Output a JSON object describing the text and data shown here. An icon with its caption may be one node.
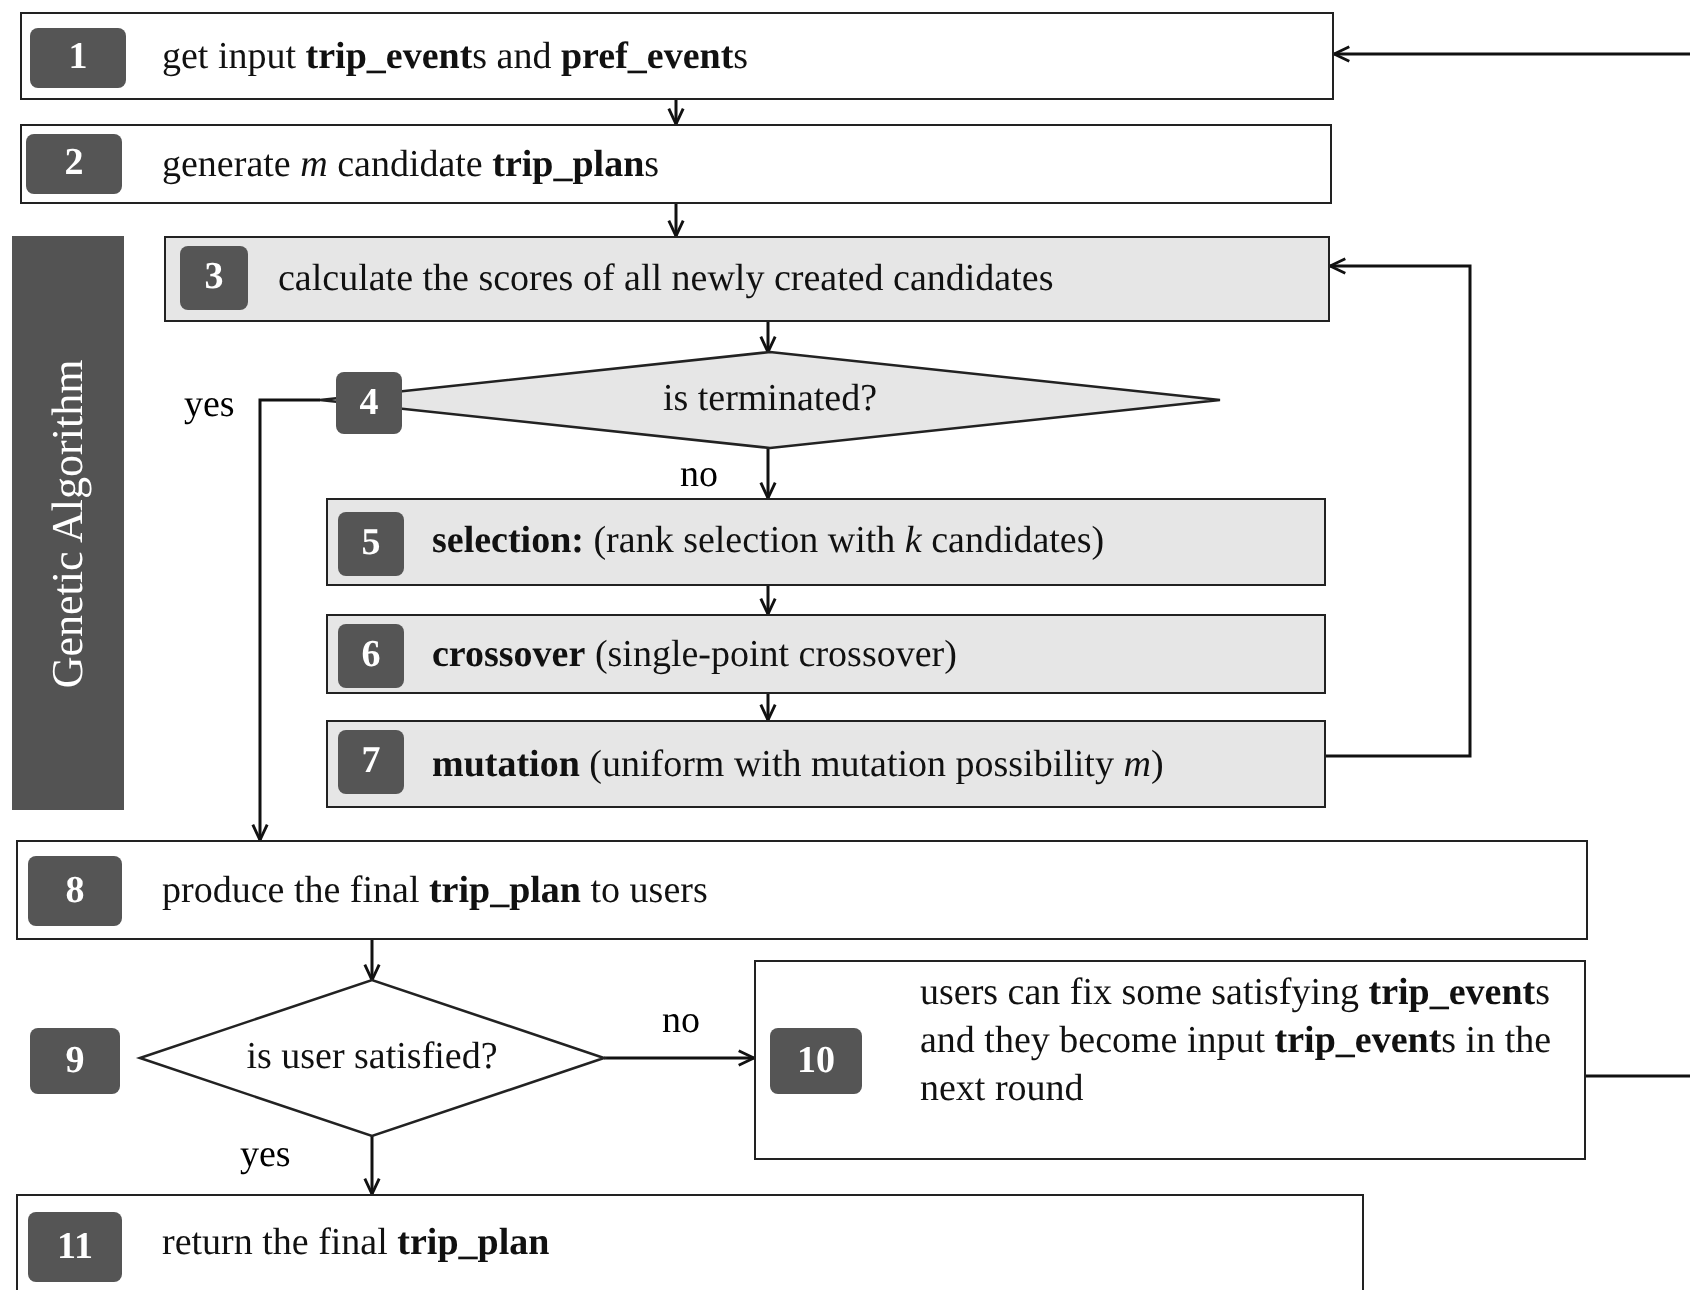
{
  "diagram": {
    "nodes": [
      {
        "text": [
          "1",
          "get input **trip_event**s and **pref_event**s"
        ]
      },
      {
        "text": [
          "2",
          "generate *m* candidate **trip_plan**s"
        ]
      },
      {
        "text": [
          "Genetic Algorithm"
        ]
      },
      {
        "text": [
          "3",
          "calculate the scores of all newly created candidates"
        ]
      },
      {
        "text": [
          "4",
          "is terminated?"
        ]
      },
      {
        "text": [
          "5",
          "**selection:** (rank selection with *k* candidates)"
        ]
      },
      {
        "text": [
          "6",
          "**crossover** (single-point crossover)"
        ]
      },
      {
        "text": [
          "7",
          "**mutation** (uniform with mutation possibility *m*)"
        ]
      },
      {
        "text": [
          "8",
          "produce the final **trip_plan** to users"
        ]
      },
      {
        "text": [
          "9",
          "is user satisfied?"
        ]
      },
      {
        "text": [
          "10",
          "users can fix some satisfying **trip_event**s and they become input **trip_event**s in the next round"
        ]
      },
      {
        "text": [
          "11",
          "return the final **trip_plan**"
        ]
      }
    ],
    "edges": [
      {
        "from": 0,
        "to": 1,
        "arrow": "to"
      },
      {
        "from": 1,
        "to": 3,
        "arrow": "to"
      },
      {
        "from": 3,
        "to": 4,
        "arrow": "to"
      },
      {
        "from": 4,
        "to": 5,
        "arrow": "to",
        "label": "no"
      },
      {
        "from": 5,
        "to": 6,
        "arrow": "to"
      },
      {
        "from": 6,
        "to": 7,
        "arrow": "to"
      },
      {
        "from": 7,
        "to": 3,
        "arrow": "to"
      },
      {
        "from": 4,
        "to": 8,
        "arrow": "to",
        "label": "yes"
      },
      {
        "from": 8,
        "to": 9,
        "arrow": "to"
      },
      {
        "from": 9,
        "to": 10,
        "arrow": "to",
        "label": "no"
      },
      {
        "from": 9,
        "to": 11,
        "arrow": "to",
        "label": "yes"
      },
      {
        "from": 10,
        "to": null,
        "arrow": "none"
      },
      {
        "from": null,
        "to": 0,
        "arrow": "to"
      }
    ]
  }
}
